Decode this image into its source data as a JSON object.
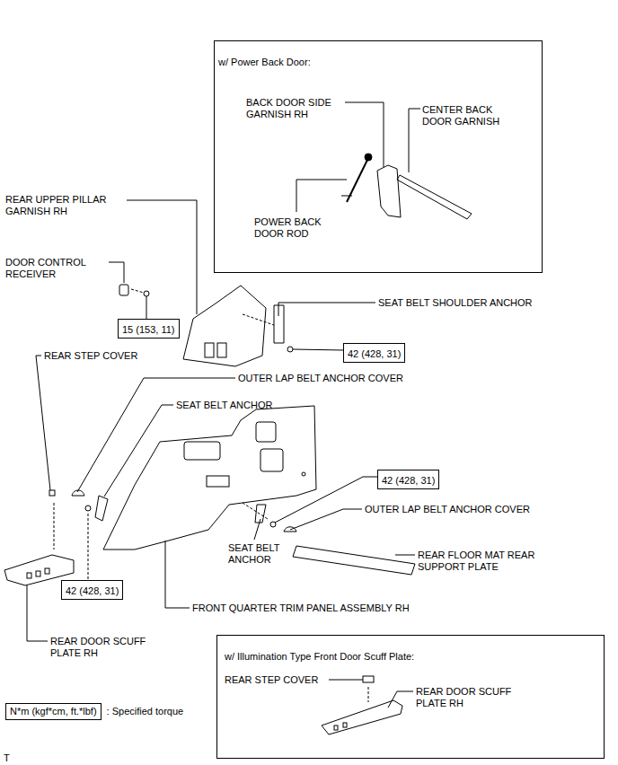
{
  "diagram": {
    "nodes": [
      {
        "text": [
          "w/ Power Back Door:"
        ]
      },
      {
        "text": [
          "15 (153, 11)"
        ]
      },
      {
        "text": [
          "42 (428, 31)"
        ]
      },
      {
        "text": [
          "42 (428, 31)"
        ]
      },
      {
        "text": [
          "42 (428, 31)"
        ]
      },
      {
        "text": [
          "w/ Illumination Type Front Door Scuff Plate:"
        ]
      },
      {
        "text": [
          "N*m (kgf*cm, ft.*lbf)",
          ": Specified torque"
        ]
      }
    ],
    "edges": [],
    "labels": [
      "BACK DOOR SIDE GARNISH RH",
      "CENTER BACK DOOR GARNISH",
      "POWER BACK DOOR ROD",
      "REAR UPPER PILLAR GARNISH RH",
      "DOOR CONTROL RECEIVER",
      "SEAT BELT SHOULDER ANCHOR",
      "REAR STEP COVER",
      "OUTER LAP BELT ANCHOR COVER",
      "SEAT BELT ANCHOR",
      "OUTER LAP BELT ANCHOR COVER",
      "SEAT BELT ANCHOR",
      "REAR FLOOR MAT REAR SUPPORT PLATE",
      "FRONT QUARTER TRIM PANEL ASSEMBLY RH",
      "REAR DOOR SCUFF PLATE RH",
      "REAR STEP COVER",
      "REAR DOOR SCUFF PLATE RH",
      "T"
    ]
  }
}
